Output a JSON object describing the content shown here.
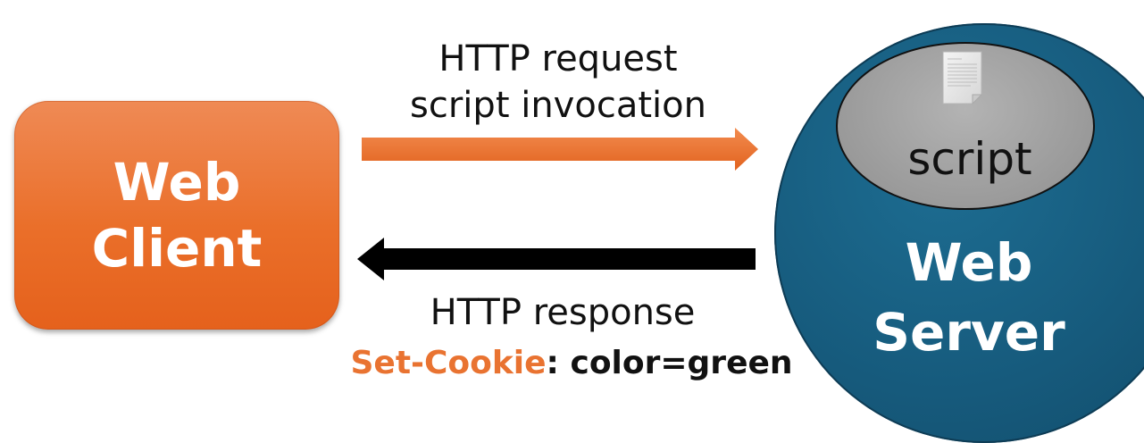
{
  "client": {
    "line1": "Web",
    "line2": "Client"
  },
  "server": {
    "line1": "Web",
    "line2": "Server"
  },
  "script": {
    "label": "script"
  },
  "request": {
    "line1": "HTTP request",
    "line2": "script invocation"
  },
  "response": {
    "line1": "HTTP response",
    "cookie_header": "Set-Cookie",
    "cookie_value": ": color=green"
  },
  "colors": {
    "client": "#ea6f2a",
    "server": "#165a7c",
    "request_arrow": "#ea6f2a",
    "response_arrow": "#000000",
    "cookie_header": "#e97331"
  },
  "icons": {
    "script_document": "document-icon"
  }
}
